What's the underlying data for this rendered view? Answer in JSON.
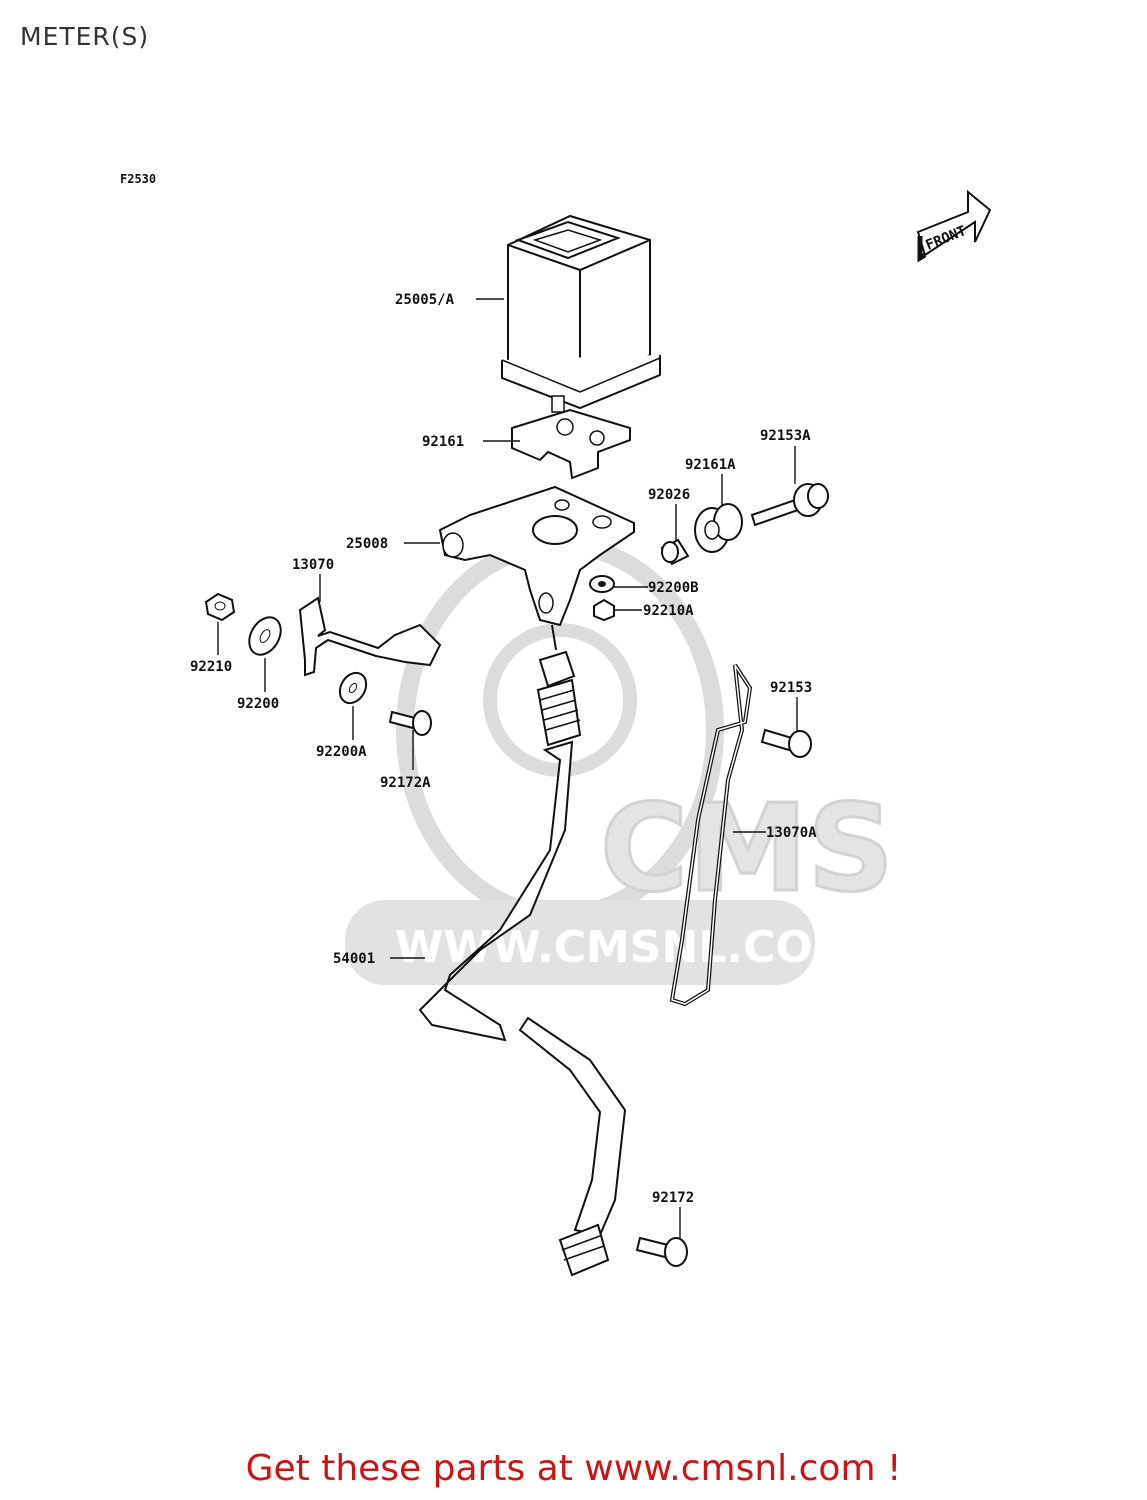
{
  "page": {
    "title": "METER(S)",
    "figure_code": "F2530",
    "front_label": "FRONT",
    "watermark_text": "WWW.CMSNL.COM",
    "watermark_logo": "CMS",
    "footer": "Get these parts at www.cmsnl.com !"
  },
  "parts": {
    "meter": "25005/A",
    "cushion_plate": "92161",
    "bracket": "25008",
    "clamp_left": "13070",
    "nut_left": "92210",
    "washer_left": "92200",
    "washer_a": "92200A",
    "screw_a": "92172A",
    "collar": "92026",
    "damper_a": "92161A",
    "bolt_a": "92153A",
    "washer_b": "92200B",
    "nut_a": "92210A",
    "bolt": "92153",
    "clamp_a": "13070A",
    "cable": "54001",
    "screw": "92172"
  },
  "colors": {
    "footer": "#cc1414",
    "watermark": "#d9d9d9",
    "line": "#111111"
  }
}
